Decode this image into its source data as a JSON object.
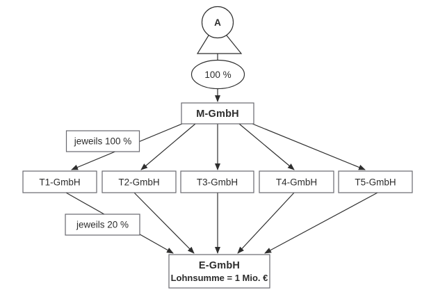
{
  "colors": {
    "background": "#ffffff",
    "line": "#2e2e2e",
    "border": "#68686e",
    "text": "#2c2c2c"
  },
  "icons": {
    "shareholder_symbol": "person-icon"
  },
  "nodes": {
    "shareholder": "A",
    "ownership": "100 %",
    "parent": "M-GmbH",
    "label_upper": "jeweils 100 %",
    "subsidiaries": [
      "T1-GmbH",
      "T2-GmbH",
      "T3-GmbH",
      "T4-GmbH",
      "T5-GmbH"
    ],
    "label_lower": "jeweils 20 %",
    "target_title": "E-GmbH",
    "target_subtitle": "Lohnsumme = 1 Mio. €"
  }
}
